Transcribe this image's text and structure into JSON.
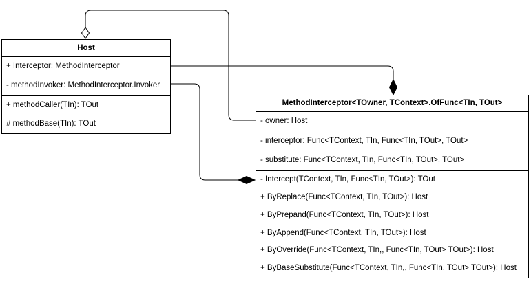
{
  "colors": {
    "stroke": "#000000",
    "fill": "#ffffff",
    "text": "#000000"
  },
  "host": {
    "title": "Host",
    "attributes": [
      "+ Interceptor: MethodInterceptor",
      "- methodInvoker: MethodInterceptor.Invoker"
    ],
    "methods": [
      "+ methodCaller(TIn): TOut",
      "# methodBase(TIn): TOut"
    ]
  },
  "offunc": {
    "title": "MethodInterceptor<TOwner, TContext>.OfFunc<TIn, TOut>",
    "attributes": [
      "- owner: Host",
      "- interceptor: Func<TContext, TIn, Func<TIn, TOut>, TOut>",
      "- substitute: Func<TContext, TIn, Func<TIn, TOut>, TOut>"
    ],
    "methods": [
      "- Intercept(TContext, TIn, Func<TIn, TOut>): TOut",
      "+ ByReplace(Func<TContext, TIn, TOut>): Host",
      "+ ByPrepand(Func<TContext, TIn, TOut>): Host",
      "+ ByAppend(Func<TContext, TIn, TOut>): Host",
      "+ ByOverride(Func<TContext, TIn,, Func<TIn, TOut> TOut>): Host",
      "+ ByBaseSubstitute(Func<TContext, TIn,, Func<TIn, TOut> TOut>): Host"
    ]
  },
  "relationships": [
    {
      "type": "aggregation",
      "from": "OfFunc owner attribute",
      "to": "Host top edge",
      "diamond": "hollow, at Host"
    },
    {
      "type": "composition",
      "from": "Host Interceptor attribute",
      "to": "OfFunc top edge",
      "diamond": "filled, at OfFunc"
    },
    {
      "type": "composition",
      "from": "Host methodInvoker attribute",
      "to": "OfFunc Intercept row",
      "diamond": "filled, at OfFunc"
    }
  ]
}
